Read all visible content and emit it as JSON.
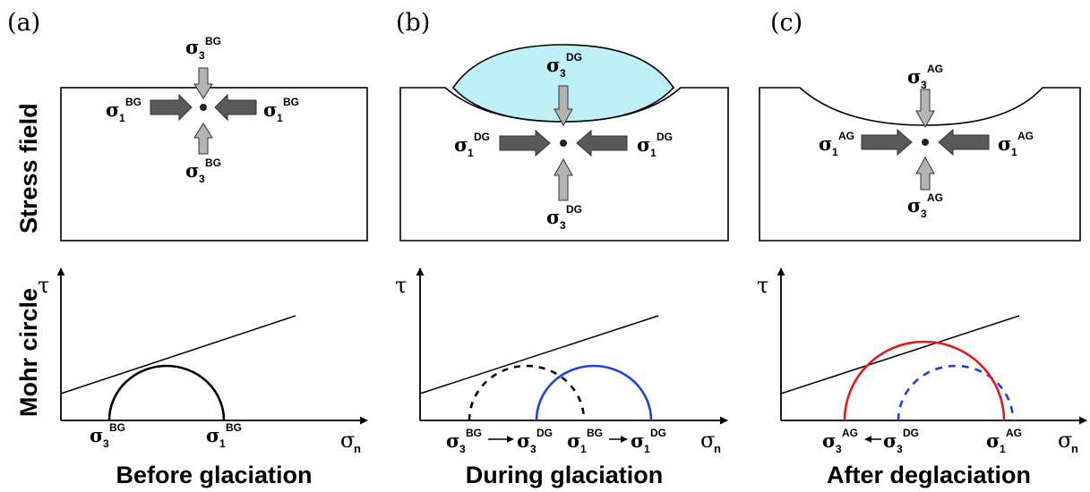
{
  "panel_letters": [
    "(a)",
    "(b)",
    "(c)"
  ],
  "row_labels": {
    "stress_field": "Stress field",
    "mohr_circle": "Mohr circle"
  },
  "captions": [
    "Before glaciation",
    "During glaciation",
    "After deglaciation"
  ],
  "sigma": "σ",
  "axes": {
    "tau": "τ",
    "sigma_n": "σ",
    "sigma_n_sub": "n"
  },
  "stress_labels": {
    "a": {
      "s3": {
        "sub": "3",
        "sup": "BG"
      },
      "s1": {
        "sub": "1",
        "sup": "BG"
      }
    },
    "b": {
      "s3": {
        "sub": "3",
        "sup": "DG"
      },
      "s1": {
        "sub": "1",
        "sup": "DG"
      }
    },
    "c": {
      "s3": {
        "sub": "3",
        "sup": "AG"
      },
      "s1": {
        "sub": "1",
        "sup": "AG"
      }
    }
  },
  "mohr_labels": {
    "a": {
      "left": {
        "sub": "3",
        "sup": "BG"
      },
      "right": {
        "sub": "1",
        "sup": "BG"
      }
    },
    "b": {
      "l1": {
        "sub": "3",
        "sup": "BG"
      },
      "l2": {
        "sub": "3",
        "sup": "DG"
      },
      "r1": {
        "sub": "1",
        "sup": "BG"
      },
      "r2": {
        "sub": "1",
        "sup": "DG"
      }
    },
    "c": {
      "l1": {
        "sub": "3",
        "sup": "AG"
      },
      "l2": {
        "sub": "3",
        "sup": "DG"
      },
      "r1": {
        "sub": "1",
        "sup": "AG"
      }
    }
  },
  "colors": {
    "ice": "#bff0f7",
    "arrow_large": "#595959",
    "arrow_small": "#b4b4b4",
    "circle_before": "#000000",
    "circle_during": "#1f3fe0",
    "circle_after": "#e01b1b"
  }
}
